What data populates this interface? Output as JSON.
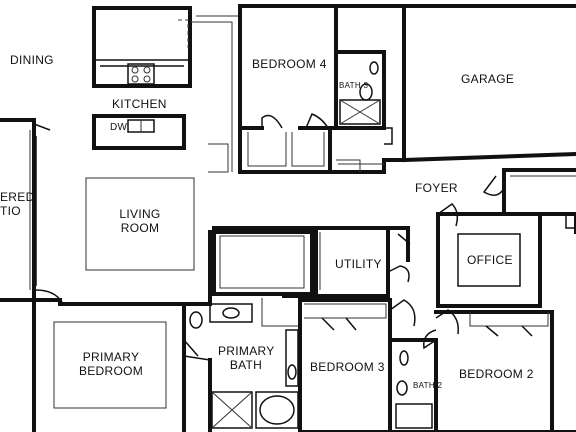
{
  "rooms": {
    "dining": "DINING",
    "kitchen": "KITCHEN",
    "dishwasher": "DW",
    "living_line1": "LIVING",
    "living_line2": "ROOM",
    "bedroom4": "BEDROOM 4",
    "bath3": "BATH 3",
    "garage": "GARAGE",
    "foyer": "FOYER",
    "utility": "UTILITY",
    "office": "OFFICE",
    "primary_bedroom_line1": "PRIMARY",
    "primary_bedroom_line2": "BEDROOM",
    "primary_bath_line1": "PRIMARY",
    "primary_bath_line2": "BATH",
    "bedroom3": "BEDROOM 3",
    "bath2": "BATH 2",
    "bedroom2": "BEDROOM 2",
    "patio_line1": "ERED",
    "patio_line2": "TIO"
  }
}
